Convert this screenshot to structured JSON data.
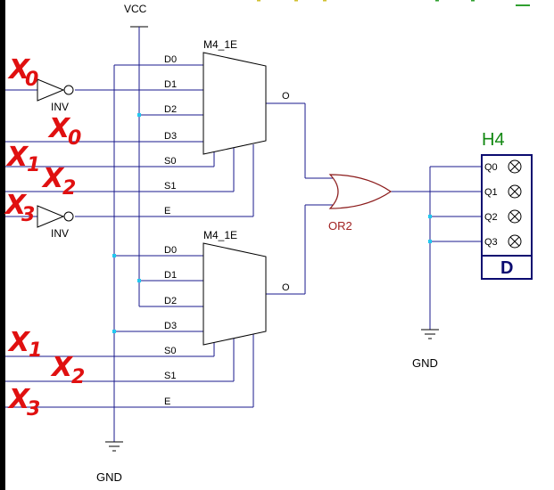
{
  "labels": {
    "vcc": "VCC",
    "gnd_left": "GND",
    "gnd_right": "GND",
    "mux1": "M4_1E",
    "mux2": "M4_1E",
    "inv1": "INV",
    "inv2": "INV",
    "or_gate": "OR2",
    "display": "H4",
    "display_letter": "D",
    "display_pins": [
      "Q0",
      "Q1",
      "Q2",
      "Q3"
    ],
    "mux1_pins": [
      "D0",
      "D1",
      "D2",
      "D3",
      "S0",
      "S1",
      "E"
    ],
    "mux2_pins": [
      "D0",
      "D1",
      "D2",
      "D3",
      "S0",
      "S1",
      "E"
    ],
    "mux1_out": "O",
    "mux2_out": "O"
  },
  "handwritten": {
    "x0_top": "X",
    "x0_top_sub": "0",
    "x0_mid": "X",
    "x0_mid_sub": "0",
    "x1_top": "X",
    "x1_top_sub": "1",
    "x2_top": "X",
    "x2_top_sub": "2",
    "x3_top": "X",
    "x3_top_sub": "3",
    "x1_bot": "X",
    "x1_bot_sub": "1",
    "x2_bot": "X",
    "x2_bot_sub": "2",
    "x3_bot": "X",
    "x3_bot_sub": "3"
  },
  "colors": {
    "wire": "#1a1a8c",
    "component": "#000000",
    "junction": "#22c8f0",
    "or_gate": "#8b1a1a",
    "handwriting": "#e01010",
    "display_title": "#118811",
    "display_border": "#0b0b70"
  }
}
